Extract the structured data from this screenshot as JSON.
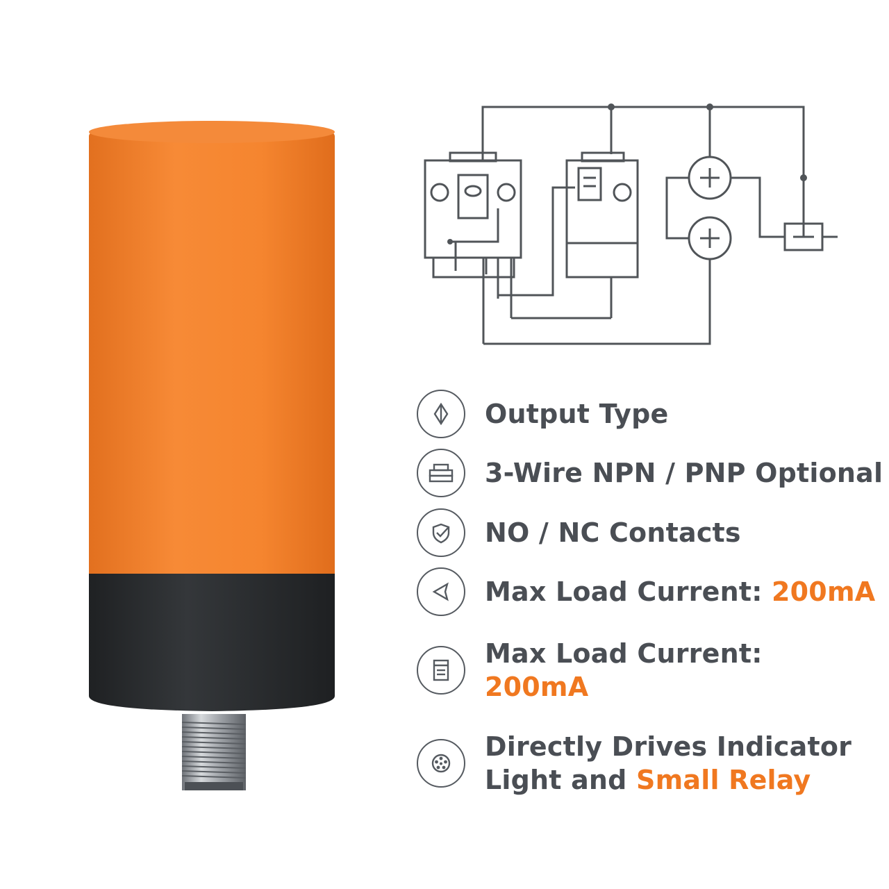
{
  "colors": {
    "accent": "#f07820",
    "text": "#4a4e54",
    "housing_orange": "#f5852f",
    "housing_black": "#2a2c2e",
    "connector_metal": "#a9adb2",
    "line": "#505458"
  },
  "features": [
    {
      "icon": "diamond-circle-icon",
      "label": "Output Type"
    },
    {
      "icon": "stacked-bars-icon",
      "label": "3-Wire NPN / PNP Optional"
    },
    {
      "icon": "shield-check-icon",
      "label": "NO / NC Contacts"
    },
    {
      "icon": "triangle-arrow-icon",
      "label": "Max Load Current: ",
      "highlight": "200mA"
    },
    {
      "icon": "document-lines-icon",
      "label": "Max Load Current:",
      "highlight": "200mA"
    },
    {
      "icon": "connector-pins-icon",
      "line1": "Directly Drives Indicator",
      "line2_plain": "Light and ",
      "line2_highlight": "Small Relay"
    }
  ]
}
